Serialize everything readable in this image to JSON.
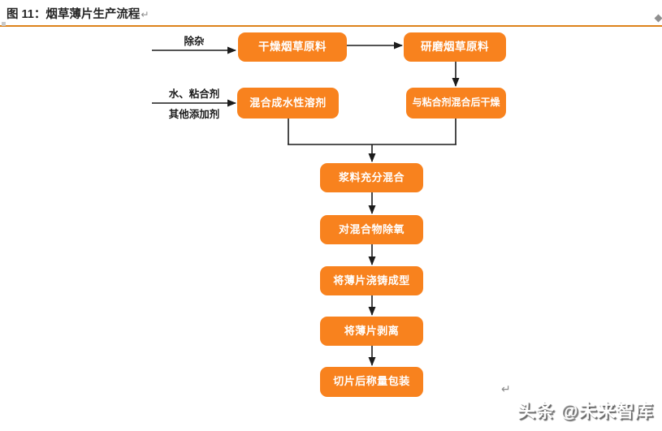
{
  "page": {
    "title": "图 11：烟草薄片生产流程",
    "title_return_mark": "↵",
    "rule_color": "#DD831C",
    "node_color": "#F8821E",
    "node_text_color": "#ffffff",
    "connector_color": "#1c1c1c"
  },
  "flowchart": {
    "feed_labels": {
      "dechaff": "除杂",
      "additive_top": "水、粘合剂",
      "additive_bottom": "其他添加剂"
    },
    "nodes": [
      {
        "id": "dry-raw",
        "label": "干燥烟草原料"
      },
      {
        "id": "grind-raw",
        "label": "研磨烟草原料"
      },
      {
        "id": "mix-aqueous",
        "label": "混合成水性溶剂"
      },
      {
        "id": "binder-dry",
        "label": "与粘合剂混合后干燥"
      },
      {
        "id": "slurry-mix",
        "label": "浆料充分混合"
      },
      {
        "id": "deoxidize",
        "label": "对混合物除氧"
      },
      {
        "id": "cast-sheet",
        "label": "将薄片浇铸成型"
      },
      {
        "id": "peel-sheet",
        "label": "将薄片剥离"
      },
      {
        "id": "cut-pack",
        "label": "切片后称量包装"
      }
    ],
    "edges": [
      {
        "from": "input(除杂)",
        "to": "干燥烟草原料"
      },
      {
        "from": "干燥烟草原料",
        "to": "研磨烟草原料"
      },
      {
        "from": "研磨烟草原料",
        "to": "与粘合剂混合后干燥"
      },
      {
        "from": "input(水、粘合剂/其他添加剂)",
        "to": "混合成水性溶剂"
      },
      {
        "from": "混合成水性溶剂 + 与粘合剂混合后干燥",
        "to": "浆料充分混合"
      },
      {
        "from": "浆料充分混合",
        "to": "对混合物除氧"
      },
      {
        "from": "对混合物除氧",
        "to": "将薄片浇铸成型"
      },
      {
        "from": "将薄片浇铸成型",
        "to": "将薄片剥离"
      },
      {
        "from": "将薄片剥离",
        "to": "切片后称量包装"
      }
    ]
  },
  "watermark": {
    "return_mark": "↵",
    "text": "头条 @未来智库"
  }
}
